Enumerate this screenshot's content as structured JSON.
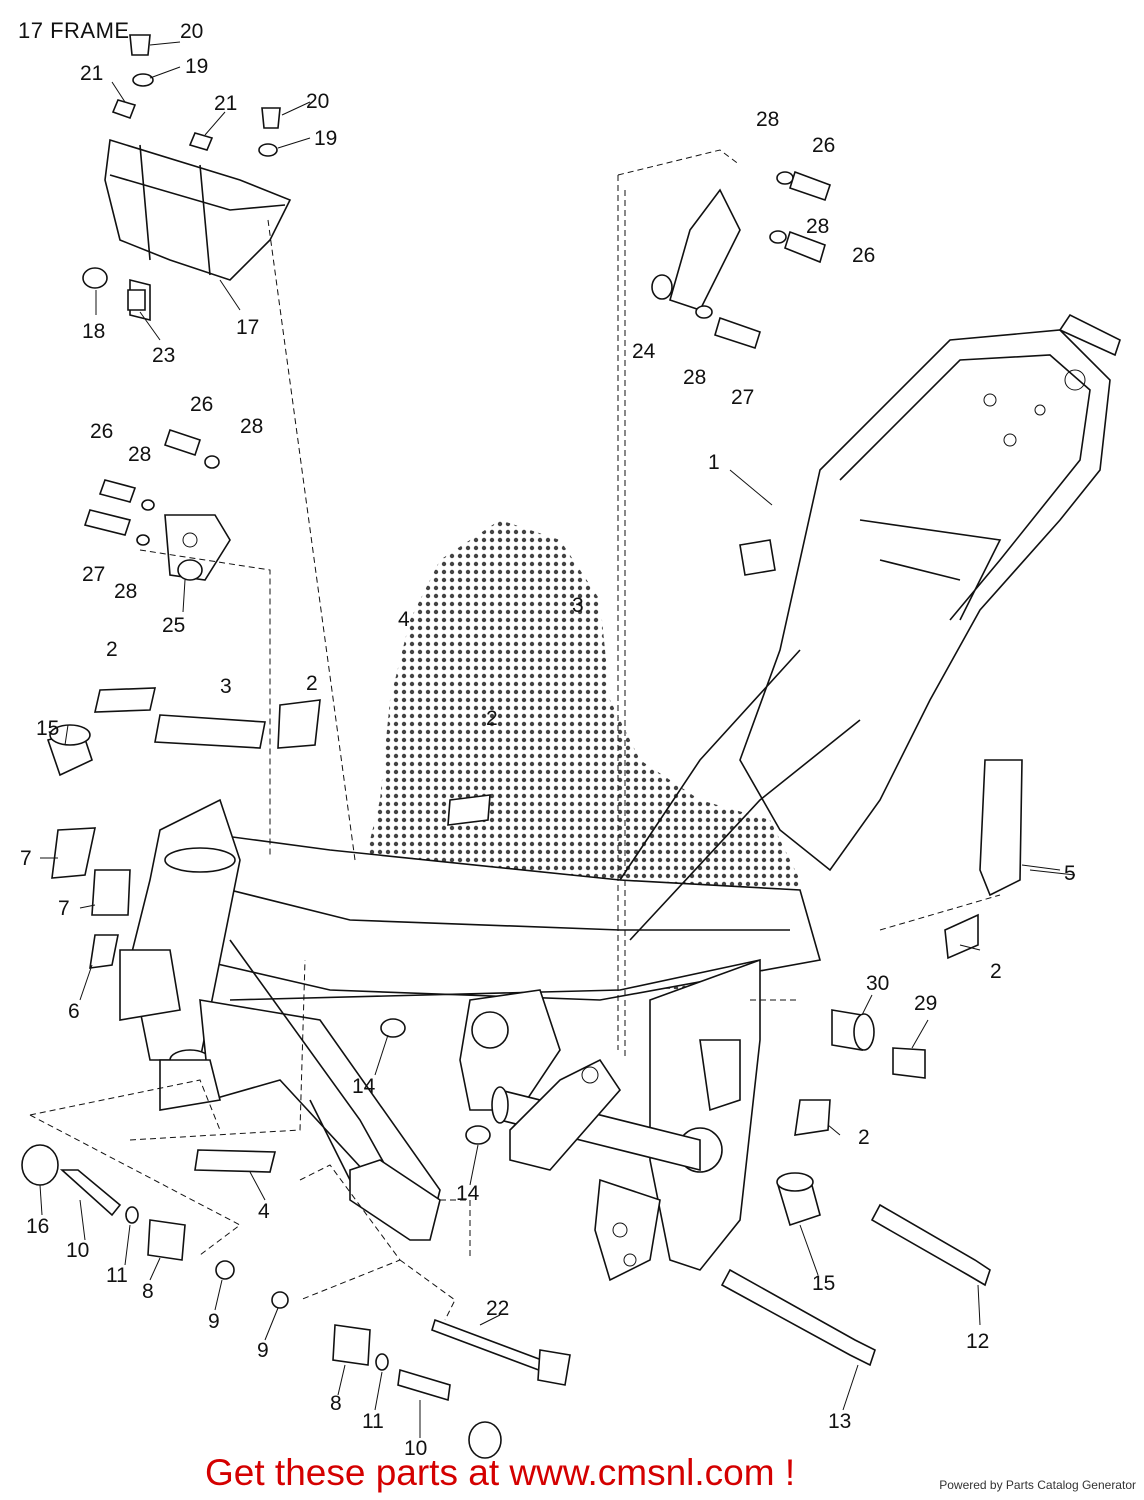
{
  "diagram_title": "17 FRAME",
  "callouts": [
    "1",
    "2",
    "3",
    "4",
    "5",
    "6",
    "7",
    "8",
    "9",
    "10",
    "11",
    "12",
    "13",
    "14",
    "15",
    "16",
    "17",
    "18",
    "19",
    "20",
    "21",
    "22",
    "23",
    "24",
    "25",
    "26",
    "27",
    "28",
    "29",
    "30"
  ],
  "footer": {
    "promo": "Get these parts at www.cmsnl.com !",
    "credit": "Powered by Parts Catalog Generator"
  }
}
